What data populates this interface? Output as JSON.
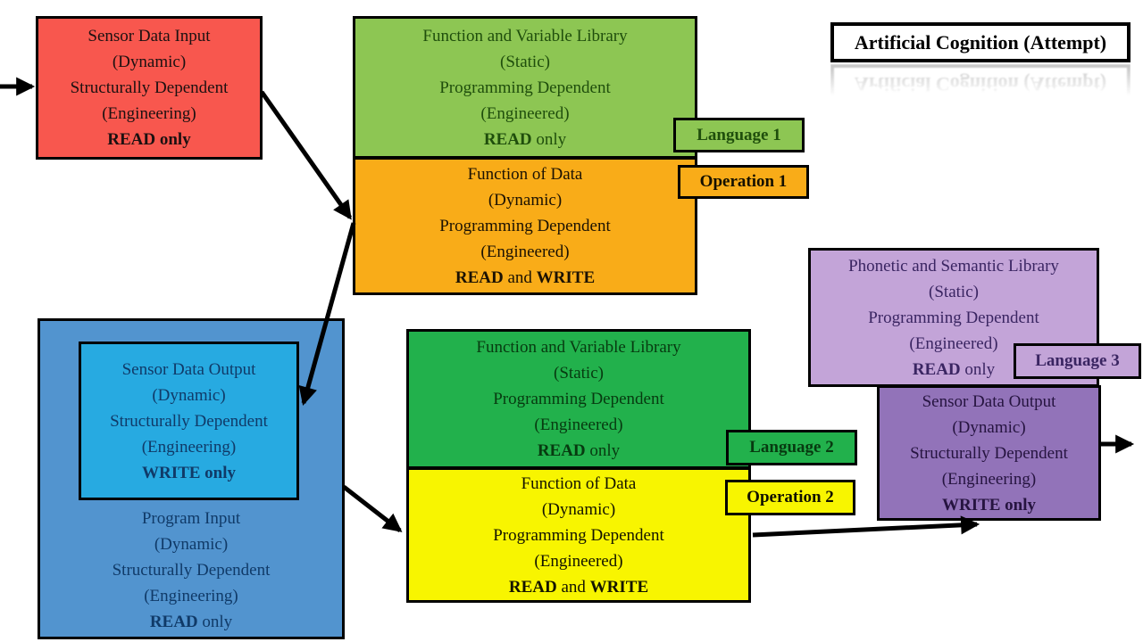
{
  "title": "Artificial Cognition (Attempt)",
  "nodes": {
    "sensor_data_input": {
      "lines": [
        "Sensor Data Input",
        "(Dynamic)",
        "Structurally Dependent",
        "(Engineering)"
      ],
      "access": [
        "READ only",
        "",
        ""
      ]
    },
    "function_variable_library_1": {
      "lines": [
        "Function and Variable Library",
        "(Static)",
        "Programming Dependent",
        "(Engineered)"
      ],
      "access": [
        "READ",
        " only",
        ""
      ]
    },
    "function_of_data_1": {
      "lines": [
        "Function of Data",
        "(Dynamic)",
        "Programming Dependent",
        "(Engineered)"
      ],
      "access": [
        "READ",
        " and ",
        "WRITE"
      ]
    },
    "phonetic_semantic_library": {
      "lines": [
        "Phonetic and Semantic Library",
        "(Static)",
        "Programming Dependent",
        "(Engineered)"
      ],
      "access": [
        "READ",
        " only",
        ""
      ]
    },
    "sensor_data_output_right": {
      "lines": [
        "Sensor Data Output",
        "(Dynamic)",
        "Structurally Dependent",
        "(Engineering)"
      ],
      "access": [
        "WRITE only",
        "",
        ""
      ]
    },
    "sensor_data_output_left": {
      "lines": [
        "Sensor Data Output",
        "(Dynamic)",
        "Structurally Dependent",
        "(Engineering)"
      ],
      "access": [
        "WRITE only",
        "",
        ""
      ]
    },
    "program_input": {
      "lines": [
        "Program Input",
        "(Dynamic)",
        "Structurally Dependent",
        "(Engineering)"
      ],
      "access": [
        "READ",
        " only",
        ""
      ]
    },
    "function_variable_library_2": {
      "lines": [
        "Function and Variable Library",
        "(Static)",
        "Programming Dependent",
        "(Engineered)"
      ],
      "access": [
        "READ",
        " only",
        ""
      ]
    },
    "function_of_data_2": {
      "lines": [
        "Function of Data",
        "(Dynamic)",
        "Programming Dependent",
        "(Engineered)"
      ],
      "access": [
        "READ",
        " and ",
        "WRITE"
      ]
    }
  },
  "labels": {
    "language_1": "Language 1",
    "operation_1": "Operation 1",
    "language_2": "Language 2",
    "operation_2": "Operation 2",
    "language_3": "Language 3"
  },
  "colors": {
    "red_box": "#f8574e",
    "light_green_box": "#8dc653",
    "orange_box": "#f9ac18",
    "dark_green_box": "#22b14c",
    "yellow_box": "#f8f500",
    "lavender_box": "#c3a4d8",
    "purple_box": "#9273b9",
    "outer_blue_box": "#5294cf",
    "inner_blue_box": "#27aae1",
    "arrow": "#000000",
    "background": "#ffffff"
  }
}
